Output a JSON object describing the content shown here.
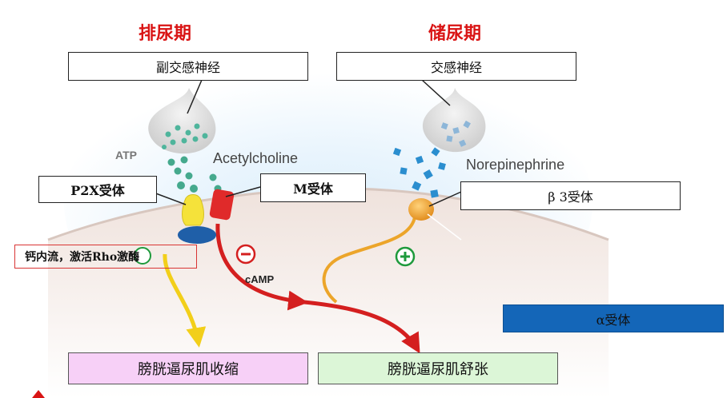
{
  "phases": {
    "voiding": "排尿期",
    "storage": "储尿期"
  },
  "nerves": {
    "parasympathetic": "副交感神经",
    "sympathetic": "交感神经"
  },
  "transmitters": {
    "atp": "ATP",
    "acetylcholine": "Acetylcholine",
    "norepinephrine": "Norepinephrine"
  },
  "receptors": {
    "p2x": "P2X受体",
    "m": "M受体",
    "beta3": "β 3受体",
    "alpha": "α受体"
  },
  "calcium_note": "钙内流，激活Rho激酶",
  "camp": "cAMP",
  "signs": {
    "inhibit": "⊖",
    "activate": "⊕"
  },
  "outcomes": {
    "contraction": "膀胱逼尿肌收缩",
    "relaxation": "膀胱逼尿肌舒张"
  },
  "colors": {
    "title_red": "#d91414",
    "arrow_red": "#d41f1f",
    "arrow_yellow": "#f2cf1a",
    "arrow_orange": "#eca52a",
    "p2x_yellow": "#f5e23a",
    "m_red": "#e02a2a",
    "beta_orange": "#f0a030",
    "blue_oval": "#1f5fa8",
    "contraction_pink": "#f7d0f7",
    "relaxation_green": "#dcf6d7",
    "alpha_blue": "#1466b8"
  }
}
